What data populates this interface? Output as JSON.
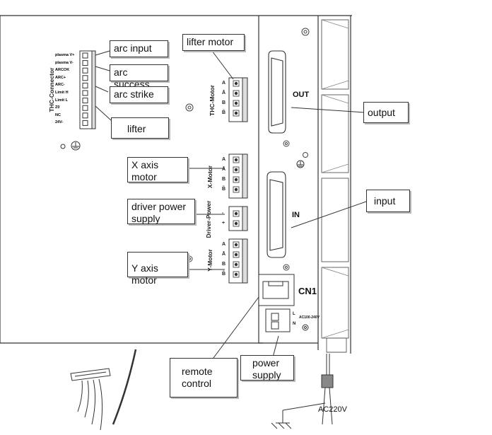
{
  "callouts": {
    "arc_input": "arc input",
    "arc_success": "arc success",
    "arc_strike": "arc strike",
    "lifter": "lifter",
    "lifter_motor": "lifter motor",
    "x_axis_motor": "X axis motor",
    "driver_power_supply": "driver power supply",
    "y_axis_motor": "Y axis motor",
    "output": "output",
    "input": "input",
    "remote_control": "remote control",
    "power_supply": "power supply"
  },
  "board": {
    "thc_connector_label": "THC-Connector",
    "thc_pins": [
      "plasma V+",
      "plasma V-",
      "ARCOK",
      "ARC+",
      "ARC-",
      "Limit H",
      "Limit L",
      "Z0",
      "NC",
      "24V-"
    ],
    "thc_motor_label": "THC-Motor",
    "x_motor_label": "X-Motor",
    "y_motor_label": "Y-Motor",
    "driver_power_label": "Driver-Power",
    "motor_pins": [
      "A",
      "Ā",
      "B",
      "B̄"
    ],
    "driver_pins": [
      "-",
      "+"
    ],
    "out_label": "OUT",
    "in_label": "IN",
    "cn1_label": "CN1",
    "power_pin_l": "L",
    "power_pin_n": "N",
    "ac_range_label": "AC100-240V",
    "ac220_label": "AC220V"
  }
}
